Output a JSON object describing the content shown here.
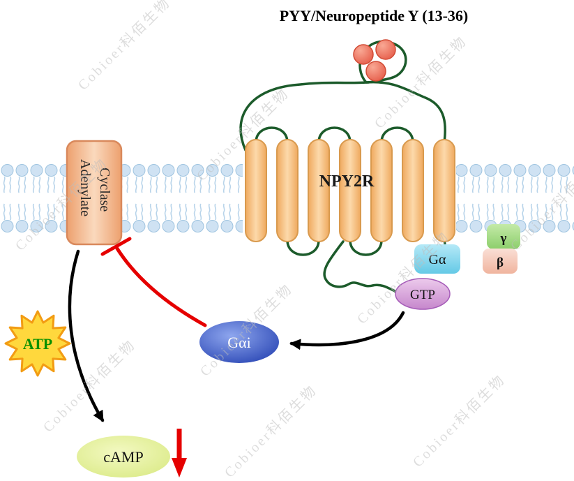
{
  "title": "PYY/Neuropeptide Y (13-36)",
  "watermark": "Cobioer科佰生物",
  "receptor": {
    "label": "NPY2R"
  },
  "enzyme": {
    "line1": "Adenylate",
    "line2": "Cyclase"
  },
  "g_protein": {
    "alpha": "Gα",
    "gtp": "GTP",
    "gamma": "γ",
    "beta": "β",
    "gai": "Gαi"
  },
  "molecules": {
    "atp": "ATP",
    "camp": "cAMP"
  },
  "colors": {
    "membrane_head": "#cfe2f3",
    "helix_fill": "#f7c489",
    "helix_stroke": "#d99a4e",
    "peptide_loop": "#1c5b2b",
    "ligand": "#ec6a52",
    "g_alpha_box": "#7fd4ee",
    "gtp_ellipse": "#d49ad6",
    "gamma_box": "#a4db87",
    "beta_box": "#f6c9ba",
    "gai_ellipse": "#2746c2",
    "atp_star": "#fdd835",
    "atp_text": "#089000",
    "camp_ellipse": "#dce985",
    "inhibition_arrow": "#e50000",
    "activation_arrow": "#000000"
  }
}
